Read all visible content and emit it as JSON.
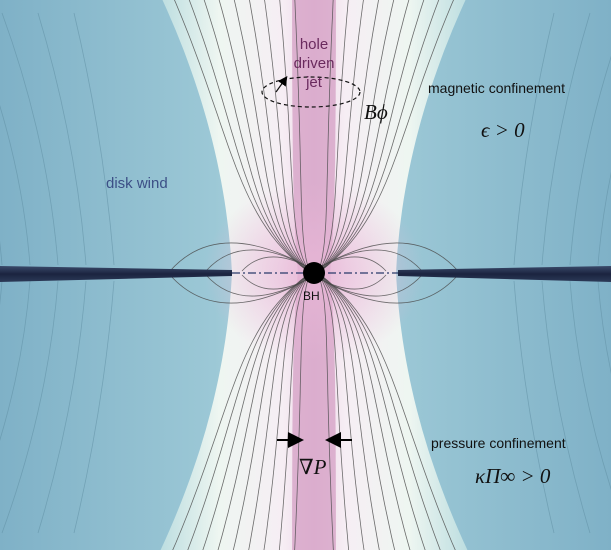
{
  "labels": {
    "jet_line1": "hole",
    "jet_line2": "driven",
    "jet_line3": "jet",
    "disk_wind": "disk wind",
    "magnetic_confinement": "magnetic confinement",
    "magnetic_condition": "ϵ > 0",
    "pressure_confinement": "pressure confinement",
    "pressure_condition": "κΠ∞ > 0",
    "toroidal_field": "Bϕ",
    "pressure_gradient": "∇P",
    "black_hole": "BH"
  },
  "colors": {
    "background_blue": "#7fb7cb",
    "jet_pink": "#d7a3c8",
    "funnel_light": "#e9f3ee",
    "accretion_disk": "#1e2a44",
    "field_lines": "#4a4a4a",
    "black_hole": "#000000"
  },
  "icons": {
    "circulation": "dashed-ellipse-arrow",
    "pressure_arrows": "inward-arrows"
  }
}
